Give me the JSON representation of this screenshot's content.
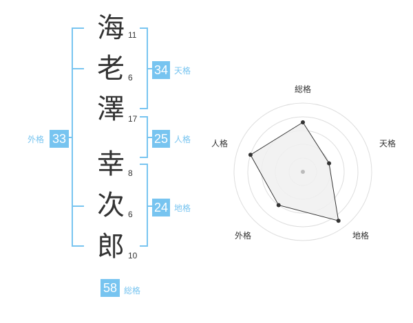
{
  "characters": [
    {
      "char": "海",
      "strokes": "11"
    },
    {
      "char": "老",
      "strokes": "6"
    },
    {
      "char": "澤",
      "strokes": "17"
    },
    {
      "char": "幸",
      "strokes": "8"
    },
    {
      "char": "次",
      "strokes": "6"
    },
    {
      "char": "郎",
      "strokes": "10"
    }
  ],
  "fortunes": {
    "tenkaku": {
      "value": "34",
      "label": "天格"
    },
    "jinkaku": {
      "value": "25",
      "label": "人格"
    },
    "chikaku": {
      "value": "24",
      "label": "地格"
    },
    "gaikaku": {
      "value": "33",
      "label": "外格"
    },
    "soukaku": {
      "value": "58",
      "label": "総格"
    }
  },
  "radar": {
    "axes": [
      "総格",
      "天格",
      "地格",
      "外格",
      "人格"
    ],
    "levels": 5,
    "values": [
      3.6,
      2.0,
      4.4,
      3.0,
      4.0
    ],
    "colors": {
      "grid": "#dddddd",
      "fill": "#f0f0f0",
      "line": "#333333",
      "point": "#333333",
      "center": "#bbbbbb"
    }
  },
  "colors": {
    "accent": "#77c4f0",
    "text": "#333333"
  }
}
